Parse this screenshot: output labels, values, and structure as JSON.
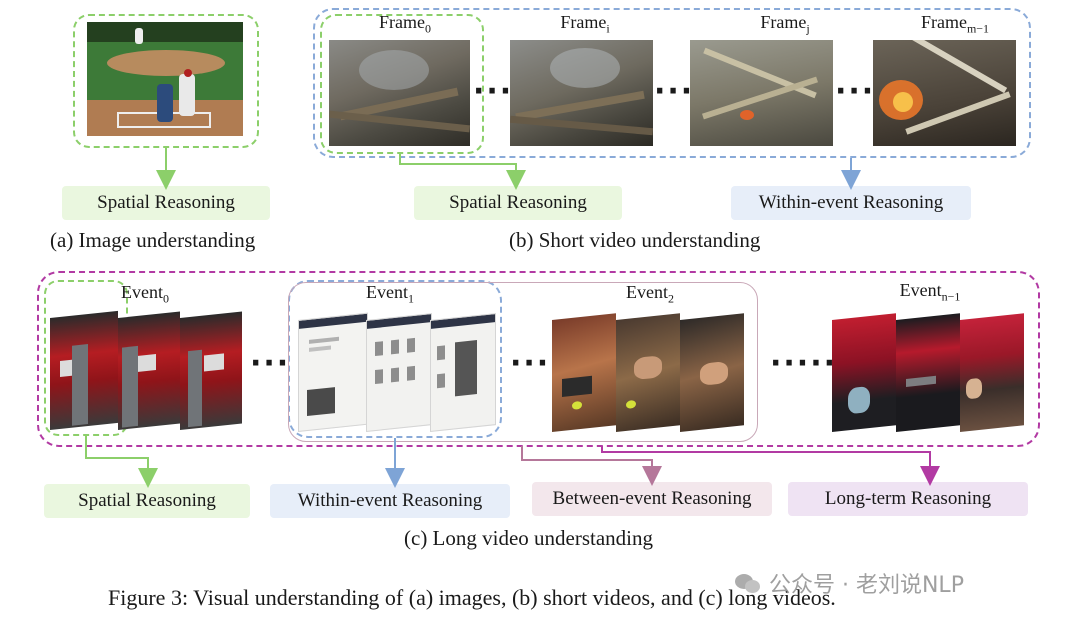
{
  "section_a": {
    "label": "Spatial Reasoning",
    "caption": "(a) Image understanding"
  },
  "section_b": {
    "frames": [
      {
        "base": "Frame",
        "sub": "0"
      },
      {
        "base": "Frame",
        "sub": "i"
      },
      {
        "base": "Frame",
        "sub": "j"
      },
      {
        "base": "Frame",
        "sub": "m−1"
      }
    ],
    "dots": "···",
    "labels": [
      "Spatial Reasoning",
      "Within-event Reasoning"
    ],
    "caption": "(b) Short video understanding"
  },
  "section_c": {
    "events": [
      {
        "base": "Event",
        "sub": "0"
      },
      {
        "base": "Event",
        "sub": "1"
      },
      {
        "base": "Event",
        "sub": "2"
      },
      {
        "base": "Event",
        "sub": "n−1"
      }
    ],
    "dots_short": "···",
    "dots_long": "······",
    "labels": [
      "Spatial Reasoning",
      "Within-event Reasoning",
      "Between-event Reasoning",
      "Long-term Reasoning"
    ],
    "caption": "(c) Long video understanding"
  },
  "figure_caption": "Figure 3: Visual understanding of (a) images, (b) short videos, and (c) long videos.",
  "watermark": "公众号 · 老刘说NLP",
  "colors": {
    "green": "#8ccf6a",
    "blue": "#7ea4d6",
    "purple": "#b23aa3",
    "mauve": "#b5779a"
  }
}
